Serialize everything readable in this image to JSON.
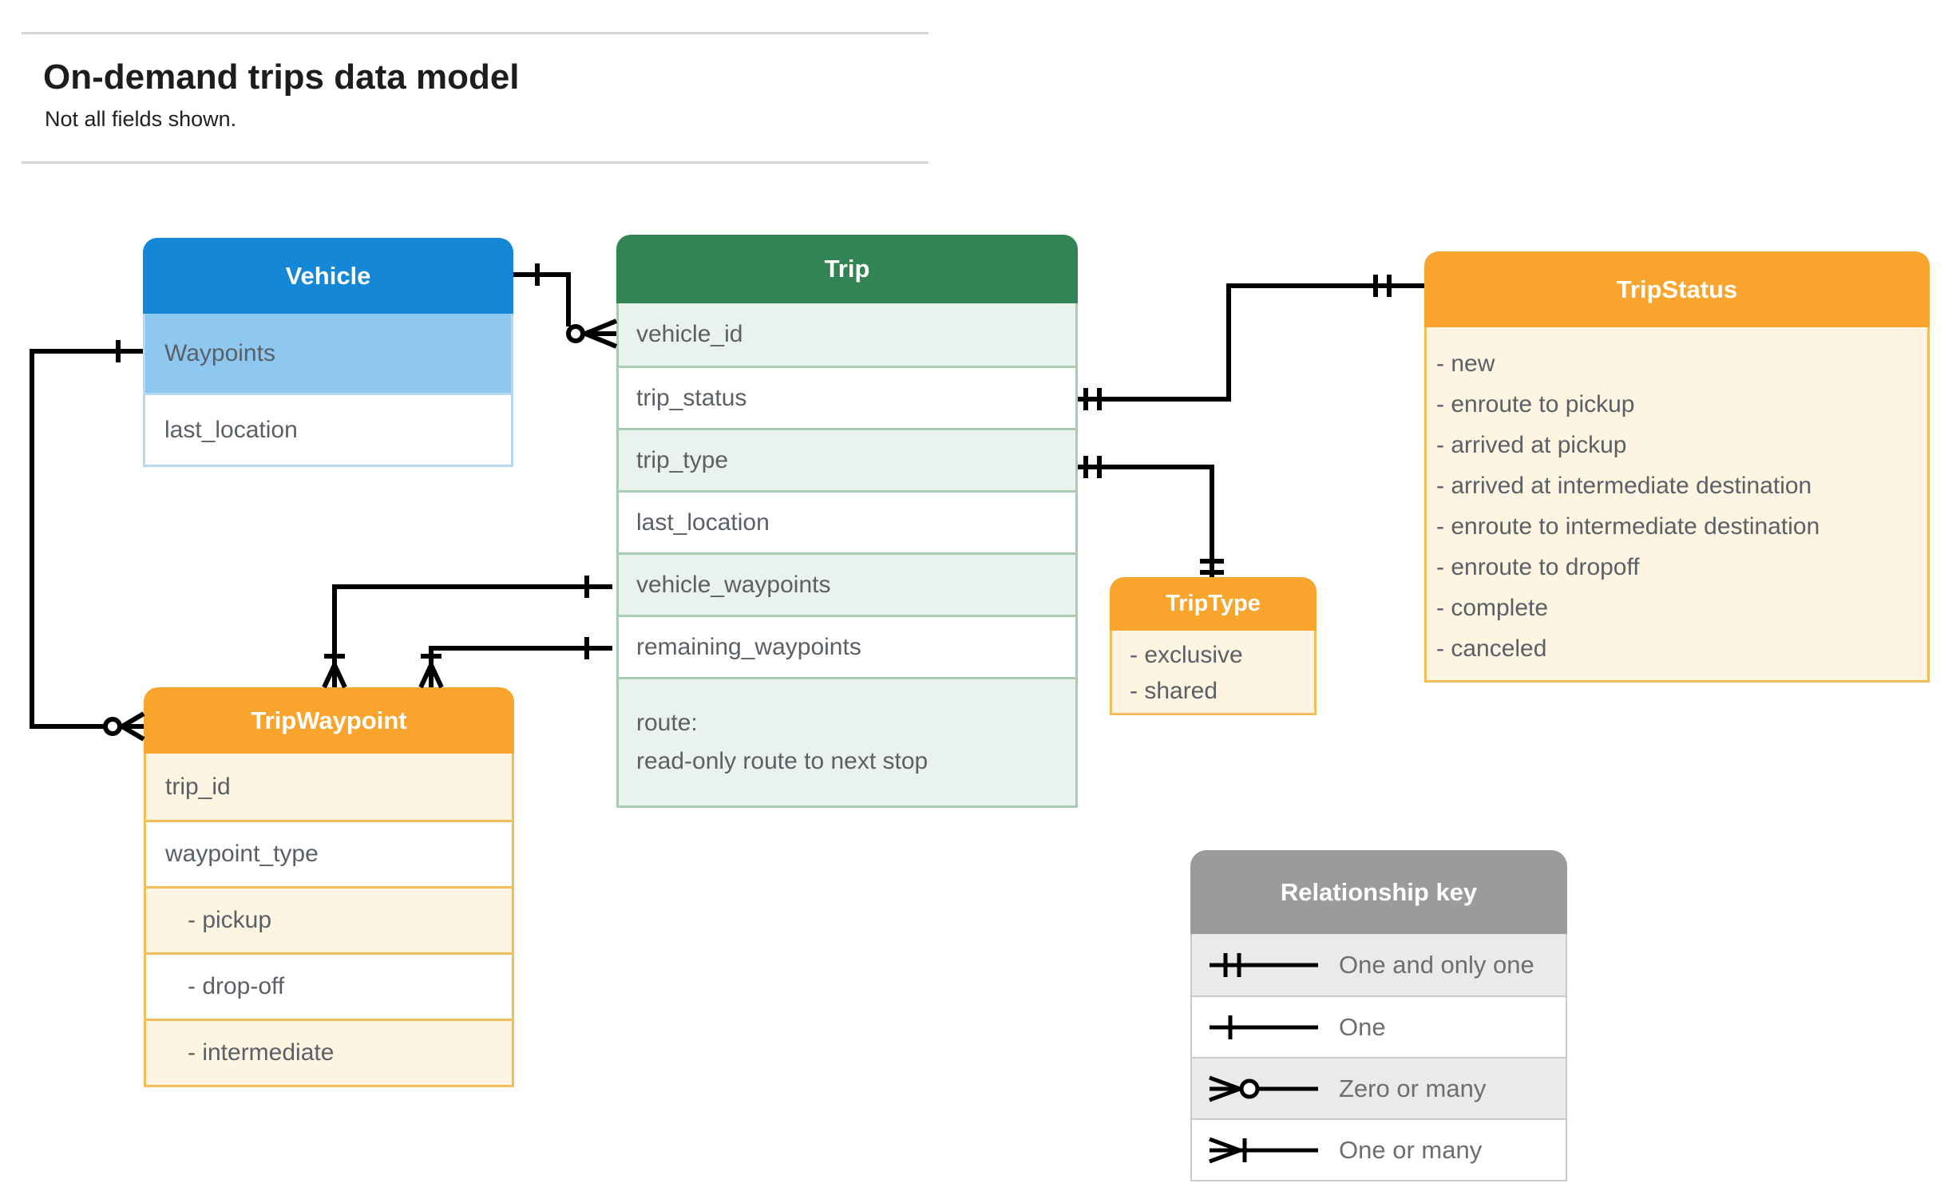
{
  "page": {
    "title": "On-demand trips data model",
    "subtitle": "Not all fields shown."
  },
  "entities": {
    "vehicle": {
      "title": "Vehicle",
      "fields": [
        "Waypoints",
        "last_location"
      ]
    },
    "trip": {
      "title": "Trip",
      "fields": [
        "vehicle_id",
        "trip_status",
        "trip_type",
        "last_location",
        "vehicle_waypoints",
        "remaining_waypoints"
      ],
      "route_lines": [
        "route:",
        "read-only route to next stop"
      ]
    },
    "trip_status": {
      "title": "TripStatus",
      "values": [
        "- new",
        "- enroute to pickup",
        "- arrived at pickup",
        "- arrived at intermediate destination",
        "- enroute to intermediate destination",
        "- enroute to dropoff",
        "- complete",
        "- canceled"
      ]
    },
    "trip_type": {
      "title": "TripType",
      "values": [
        "- exclusive",
        "- shared"
      ]
    },
    "trip_waypoint": {
      "title": "TripWaypoint",
      "fields": [
        "trip_id",
        "waypoint_type"
      ],
      "values": [
        "- pickup",
        "- drop-off",
        "- intermediate"
      ]
    }
  },
  "legend": {
    "title": "Relationship key",
    "rows": [
      {
        "symbol": "one-and-only-one",
        "label": "One and only one"
      },
      {
        "symbol": "one",
        "label": "One"
      },
      {
        "symbol": "zero-or-many",
        "label": "Zero or many"
      },
      {
        "symbol": "one-or-many",
        "label": "One or many"
      }
    ]
  },
  "relationships": [
    {
      "from": "Vehicle",
      "to": "Trip.vehicle_id",
      "from_cardinality": "one",
      "to_cardinality": "zero-or-many"
    },
    {
      "from": "Vehicle.Waypoints",
      "to": "TripWaypoint",
      "from_cardinality": "one",
      "to_cardinality": "zero-or-many"
    },
    {
      "from": "Trip.vehicle_waypoints",
      "to": "TripWaypoint",
      "from_cardinality": "one",
      "to_cardinality": "one-or-many"
    },
    {
      "from": "Trip.remaining_waypoints",
      "to": "TripWaypoint",
      "from_cardinality": "one",
      "to_cardinality": "one-or-many"
    },
    {
      "from": "Trip.trip_status",
      "to": "TripStatus",
      "from_cardinality": "one-and-only-one",
      "to_cardinality": "one-and-only-one"
    },
    {
      "from": "Trip.trip_type",
      "to": "TripType",
      "from_cardinality": "one-and-only-one",
      "to_cardinality": "one-and-only-one"
    }
  ],
  "colors": {
    "blue": "#1487d6",
    "blue-light": "#8ec7f0",
    "blue-border": "#b5d9f3",
    "green": "#338455",
    "green-light": "#e9f2ec",
    "green-border": "#a9cbb4",
    "orange": "#f9a42c",
    "cream": "#fdf4e2",
    "orange-border": "#f4bd59",
    "gray": "#9b9b9b",
    "gray-light": "#eaeaea",
    "gray-border": "#c9c9c9",
    "text": "#5a6066",
    "heading": "#1d1d1f",
    "legend-text": "#6e6e6e",
    "divider": "#d5d5d5",
    "connector": "#000000"
  }
}
